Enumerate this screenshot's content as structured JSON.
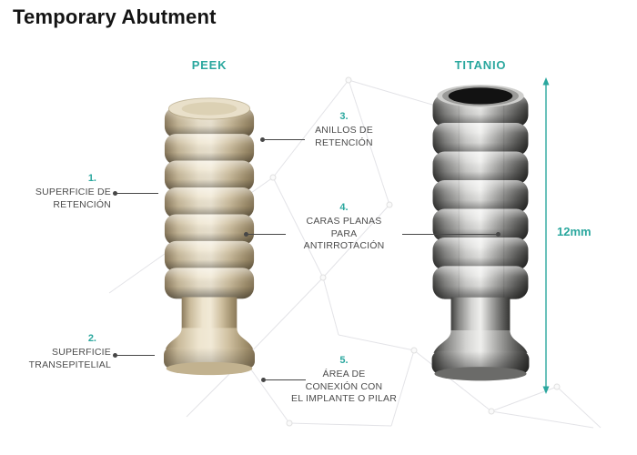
{
  "title": "Temporary Abutment",
  "columns": {
    "left": "PEEK",
    "right": "TITANIO"
  },
  "measurement": {
    "label": "12mm"
  },
  "callouts": {
    "c1": {
      "number": "1.",
      "label": "SUPERFICIE DE\nRETENCIÓN"
    },
    "c2": {
      "number": "2.",
      "label": "SUPERFICIE\nTRANSEPITELIAL"
    },
    "c3": {
      "number": "3.",
      "label": "ANILLOS DE\nRETENCIÓN"
    },
    "c4": {
      "number": "4.",
      "label": "CARAS PLANAS\nPARA\nANTIRROTACIÓN"
    },
    "c5": {
      "number": "5.",
      "label": "ÁREA DE\nCONEXIÓN CON\nEL IMPLANTE O PILAR"
    }
  },
  "colors": {
    "accent": "#2aa79e",
    "line": "#474747",
    "text": "#4c4c4c",
    "peek": "#d9cbab",
    "titanium": "#a9a9a7"
  }
}
